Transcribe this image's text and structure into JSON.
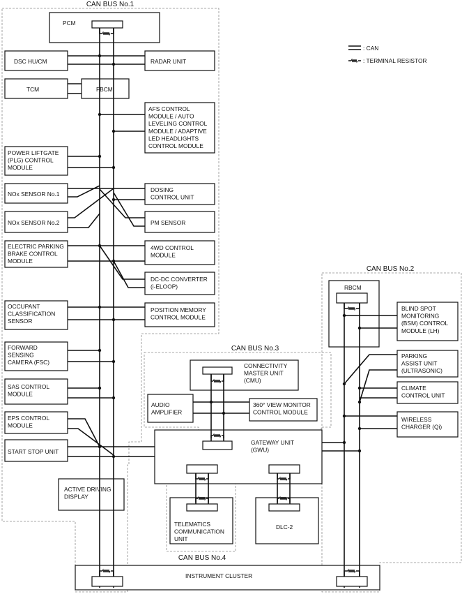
{
  "bus_labels": {
    "bus1": "CAN BUS No.1",
    "bus2": "CAN BUS No.2",
    "bus3": "CAN BUS No.3",
    "bus4": "CAN BUS No.4"
  },
  "legend": {
    "can": ": CAN",
    "resistor": ": TERMINAL RESISTOR"
  },
  "modules": {
    "pcm": [
      "PCM"
    ],
    "dsc": [
      "DSC HU/CM"
    ],
    "radar": [
      "RADAR UNIT"
    ],
    "tcm": [
      "TCM"
    ],
    "fbcm": [
      "FBCM"
    ],
    "afs": [
      "AFS CONTROL",
      "MODULE / AUTO",
      "LEVELING CONTROL",
      "MODULE / ADAPTIVE",
      "LED HEADLIGHTS",
      "CONTROL MODULE"
    ],
    "plg": [
      "POWER LIFTGATE",
      "(PLG) CONTROL",
      "MODULE"
    ],
    "nox1": [
      "NOx SENSOR No.1"
    ],
    "dosing": [
      "DOSING",
      "CONTROL UNIT"
    ],
    "nox2": [
      "NOx SENSOR No.2"
    ],
    "pm": [
      "PM SENSOR"
    ],
    "epb": [
      "ELECTRIC PARKING",
      "BRAKE CONTROL",
      "MODULE"
    ],
    "awd": [
      "4WD CONTROL",
      "MODULE"
    ],
    "dcdc": [
      "DC-DC CONVERTER",
      "(i-ELOOP)"
    ],
    "occupant": [
      "OCCUPANT",
      "CLASSIFICATION",
      "SENSOR"
    ],
    "posmem": [
      "POSITION MEMORY",
      "CONTROL MODULE"
    ],
    "fsc": [
      "FORWARD",
      "SENSING",
      "CAMERA (FSC)"
    ],
    "sas": [
      "SAS CONTROL",
      "MODULE"
    ],
    "eps": [
      "EPS CONTROL",
      "MODULE"
    ],
    "startstop": [
      "START STOP UNIT"
    ],
    "adisplay": [
      "ACTIVE DRIVING",
      "DISPLAY"
    ],
    "rbcm": [
      "RBCM"
    ],
    "bsm": [
      "BLIND SPOT",
      "MONITORING",
      "(BSM) CONTROL",
      "MODULE (LH)"
    ],
    "parking": [
      "PARKING",
      "ASSIST UNIT",
      "(ULTRASONIC)"
    ],
    "climate": [
      "CLIMATE",
      "CONTROL UNIT"
    ],
    "wireless": [
      "WIRELESS",
      "CHARGER (Qi)"
    ],
    "cmu": [
      "CONNECTIVITY",
      "MASTER UNIT",
      "(CMU)"
    ],
    "audio": [
      "AUDIO",
      "AMPLIFIER"
    ],
    "view360": [
      "360° VIEW MONITOR",
      "CONTROL MODULE"
    ],
    "gwu": [
      "GATEWAY UNIT",
      "(GWU)"
    ],
    "tcu": [
      "TELEMATICS",
      "COMMUNICATION",
      "UNIT"
    ],
    "dlc": [
      "DLC-2"
    ],
    "cluster": [
      "INSTRUMENT CLUSTER"
    ]
  }
}
